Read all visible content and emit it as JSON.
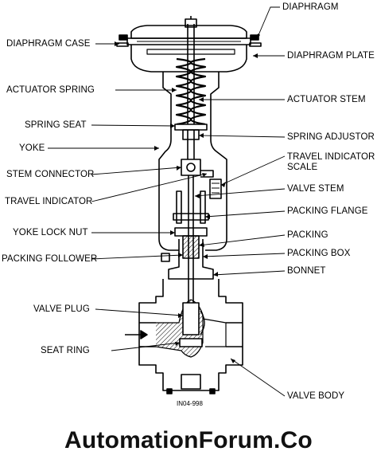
{
  "labels": {
    "diaphragm": "DIAPHRAGM",
    "diaphragm_case": "DIAPHRAGM CASE",
    "diaphragm_plate": "DIAPHRAGM PLATE",
    "actuator_spring": "ACTUATOR SPRING",
    "actuator_stem": "ACTUATOR STEM",
    "spring_seat": "SPRING SEAT",
    "spring_adjustor": "SPRING ADJUSTOR",
    "yoke": "YOKE",
    "travel_indicator_scale_line1": "TRAVEL INDICATOR",
    "travel_indicator_scale_line2": "SCALE",
    "stem_connector": "STEM CONNECTOR",
    "travel_indicator": "TRAVEL INDICATOR",
    "valve_stem": "VALVE STEM",
    "packing_flange": "PACKING FLANGE",
    "yoke_lock_nut": "YOKE LOCK NUT",
    "packing": "PACKING",
    "packing_follower": "PACKING FOLLOWER",
    "packing_box": "PACKING BOX",
    "bonnet": "BONNET",
    "valve_plug": "VALVE PLUG",
    "seat_ring": "SEAT RING",
    "valve_body": "VALVE BODY"
  },
  "drawing_code": "IN04-998",
  "brand": "AutomationForum.Co"
}
